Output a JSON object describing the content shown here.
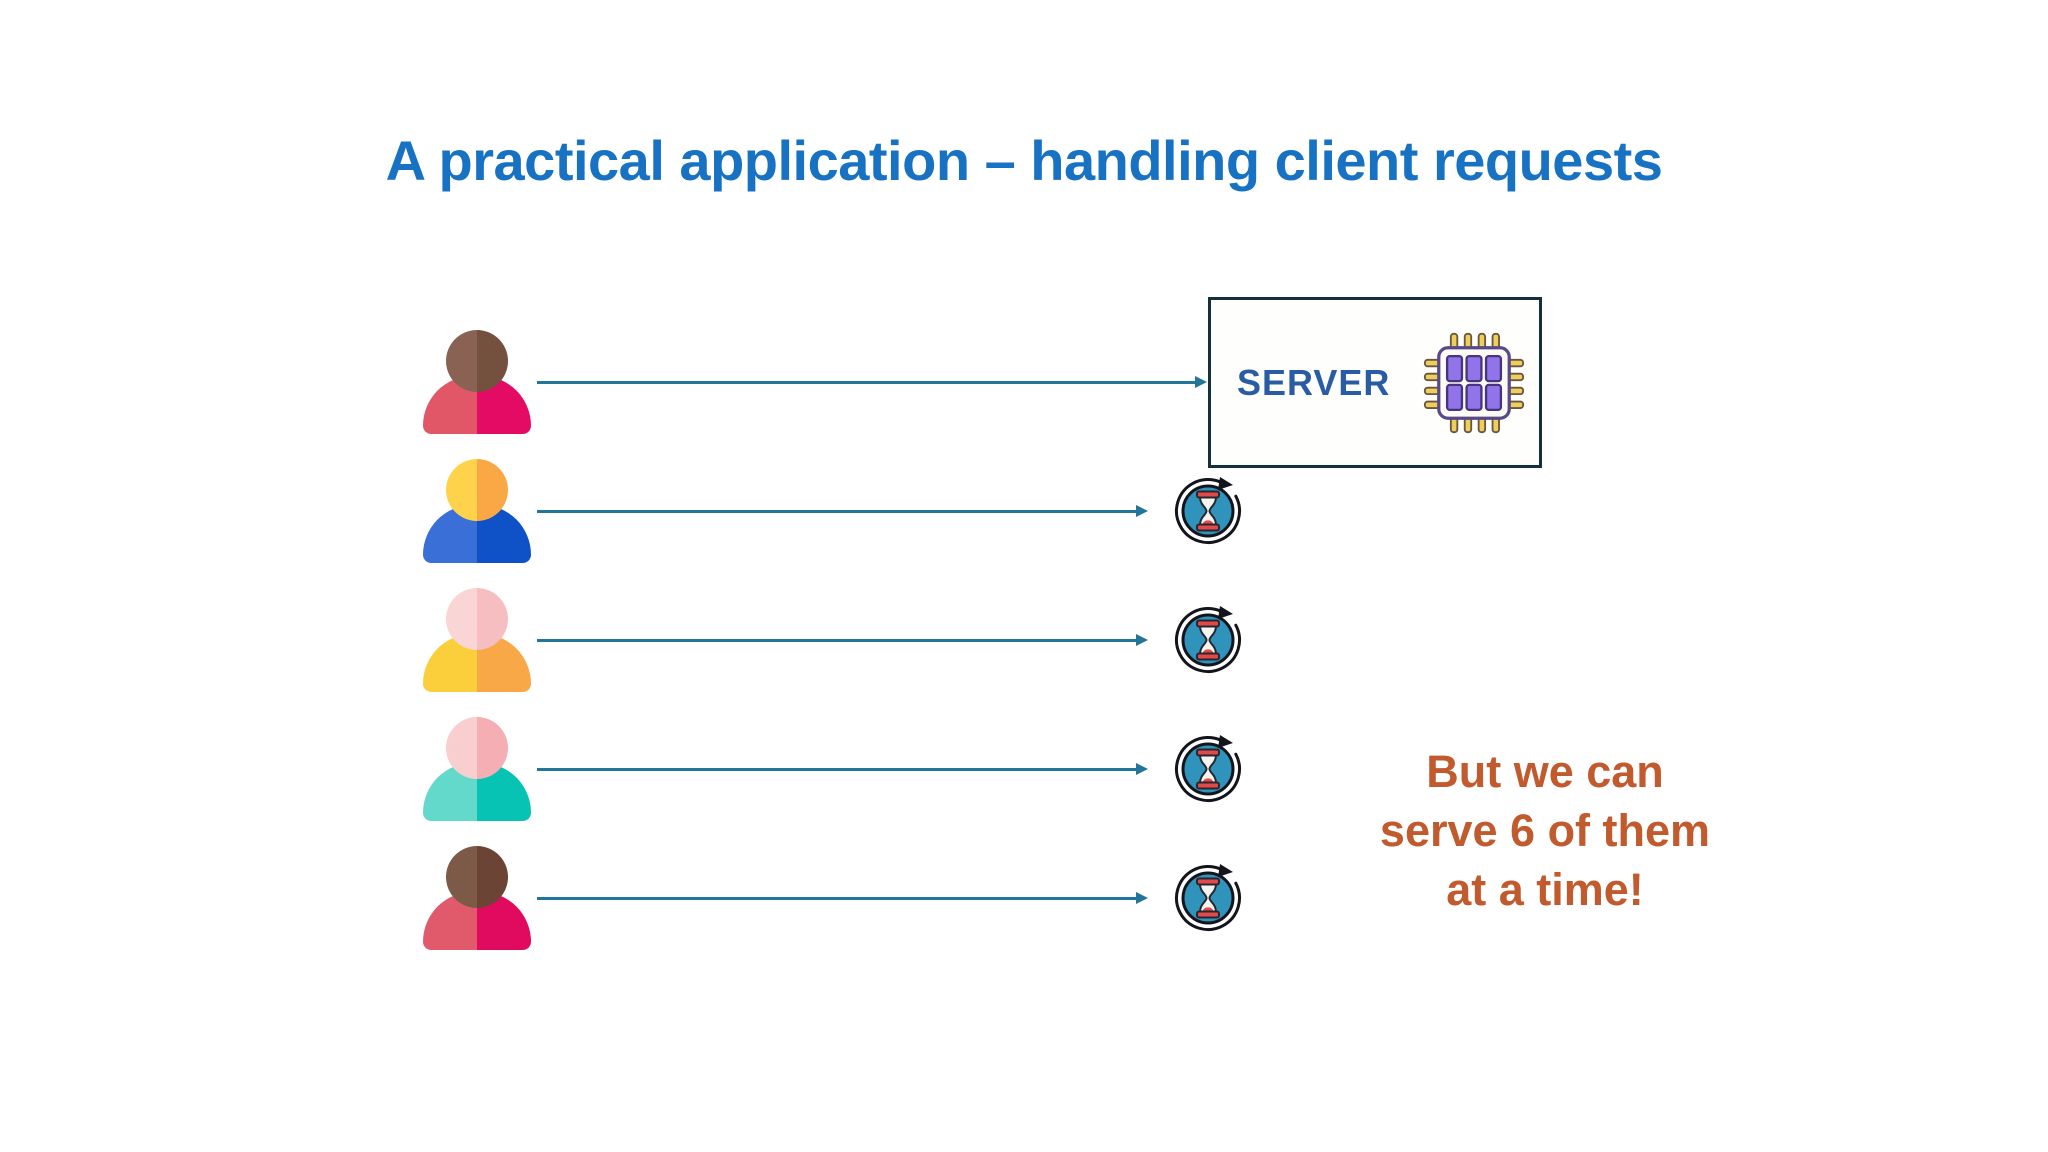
{
  "title": {
    "text": "A practical application – handling client requests"
  },
  "server_box": {
    "label": "SERVER"
  },
  "note": {
    "lines": [
      "But we can",
      "serve 6 of them",
      "at a time!"
    ]
  },
  "clients": [
    {
      "name": "client-1",
      "head_left": "#8a6253",
      "head_right": "#74503f",
      "body_left": "#e25767",
      "body_right": "#e30b63",
      "target": "server"
    },
    {
      "name": "client-2",
      "head_left": "#ffd24c",
      "head_right": "#f9a845",
      "body_left": "#3b6fd8",
      "body_right": "#0f52c7",
      "target": "waiting"
    },
    {
      "name": "client-3",
      "head_left": "#fad5d5",
      "head_right": "#f6bec0",
      "body_left": "#fbce3c",
      "body_right": "#f9a847",
      "target": "waiting"
    },
    {
      "name": "client-4",
      "head_left": "#f8cfce",
      "head_right": "#f5aeb3",
      "body_left": "#63d9cc",
      "body_right": "#06c3b4",
      "target": "waiting"
    },
    {
      "name": "client-5",
      "head_left": "#7d5948",
      "head_right": "#6b4435",
      "body_left": "#e05a6c",
      "body_right": "#e00a5f",
      "target": "waiting"
    }
  ],
  "colors": {
    "title": "#1772c3",
    "note": "#c15a2d",
    "arrow": "#21769a",
    "server_border": "#14303e",
    "server_label": "#2a5ca5",
    "chip_core": "#9173ea",
    "chip_pin": "#efcf5b",
    "hourglass_disc": "#2f93bc",
    "hourglass_cap": "#e04a4a"
  }
}
